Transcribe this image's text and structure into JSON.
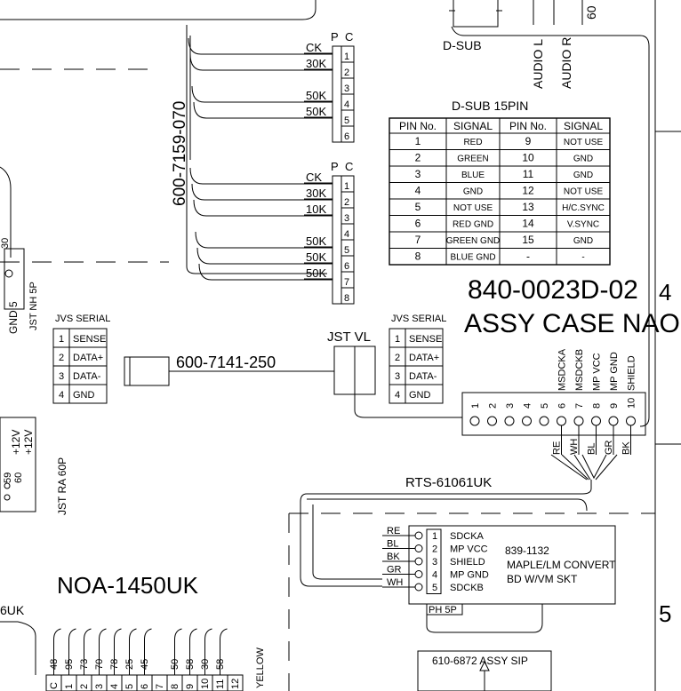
{
  "top_conn": {
    "label": "D-SUB",
    "audio_l": "AUDIO L",
    "audio_r": "AUDIO R",
    "part_frag": "60"
  },
  "vga_cable": {
    "part": "600-7159-070"
  },
  "conn_top": {
    "header": [
      "P",
      "C"
    ],
    "pins": [
      "1",
      "2",
      "3",
      "4",
      "5",
      "6"
    ],
    "wires": [
      {
        "label": "CK",
        "pin": 1
      },
      {
        "label": "30K",
        "pin": 2
      },
      {
        "label": "50K",
        "pin": 4
      },
      {
        "label": "50K",
        "pin": 5
      }
    ]
  },
  "conn_mid": {
    "header": [
      "P",
      "C"
    ],
    "pins": [
      "1",
      "2",
      "3",
      "4",
      "5",
      "6",
      "7",
      "8"
    ],
    "label": "JST VL",
    "wires": [
      {
        "label": "CK",
        "pin": 1
      },
      {
        "label": "30K",
        "pin": 2
      },
      {
        "label": "10K",
        "pin": 3
      },
      {
        "label": "50K",
        "pin": 5
      },
      {
        "label": "50K",
        "pin": 6
      },
      {
        "label": "50K",
        "pin": 7
      }
    ]
  },
  "dsub_table": {
    "title": "D-SUB 15PIN",
    "headers": [
      "PIN No.",
      "SIGNAL",
      "PIN No.",
      "SIGNAL"
    ],
    "rows": [
      [
        "1",
        "RED",
        "9",
        "NOT USE"
      ],
      [
        "2",
        "GREEN",
        "10",
        "GND"
      ],
      [
        "3",
        "BLUE",
        "11",
        "GND"
      ],
      [
        "4",
        "GND",
        "12",
        "NOT USE"
      ],
      [
        "5",
        "NOT USE",
        "13",
        "H/C.SYNC"
      ],
      [
        "6",
        "RED GND",
        "14",
        "V.SYNC"
      ],
      [
        "7",
        "GREEN GND",
        "15",
        "GND"
      ],
      [
        "8",
        "BLUE GND",
        "-",
        "-"
      ]
    ]
  },
  "assy": {
    "part": "840-0023D-02",
    "name": "ASSY CASE NAO",
    "zone": "4"
  },
  "jvs_left": {
    "title": "JVS SERIAL",
    "rows": [
      [
        "1",
        "SENSE"
      ],
      [
        "2",
        "DATA+"
      ],
      [
        "3",
        "DATA-"
      ],
      [
        "4",
        "GND"
      ]
    ]
  },
  "jvs_right": {
    "title": "JVS SERIAL",
    "rows": [
      [
        "1",
        "SENSE"
      ],
      [
        "2",
        "DATA+"
      ],
      [
        "3",
        "DATA-"
      ],
      [
        "4",
        "GND"
      ]
    ]
  },
  "serial_cable": {
    "part": "600-7141-250"
  },
  "left_conn": {
    "gnd": "GND",
    "pin5": "5",
    "jst": "JST NH 5P",
    "p59": "59",
    "p60": "60",
    "v1": "+12V",
    "v2": "+12V",
    "ra": "JST RA 60P",
    "frag": "30"
  },
  "terminal": {
    "pins": [
      "1",
      "2",
      "3",
      "4",
      "5",
      "6",
      "7",
      "8",
      "9",
      "10"
    ],
    "signals": [
      "MSDCKA",
      "MSDCKB",
      "MP VCC",
      "MP GND",
      "SHIELD"
    ],
    "colors": [
      "RE",
      "WH",
      "BL",
      "GR",
      "BK"
    ]
  },
  "rts": {
    "label": "RTS-61061UK"
  },
  "maple": {
    "wires": [
      "RE",
      "BL",
      "BK",
      "GR",
      "WH"
    ],
    "pins": [
      "1",
      "2",
      "3",
      "4",
      "5"
    ],
    "signals": [
      "SDCKA",
      "MP VCC",
      "SHIELD",
      "MP GND",
      "SDCKB"
    ],
    "part": "839-1132",
    "desc1": "MAPLE/LM CONVERT",
    "desc2": "BD W/VM SKT",
    "ph": "PH 5P"
  },
  "sip": {
    "label": "610-6872 ASSY SIP"
  },
  "noa": {
    "label": "NOA-1450UK",
    "frag": "6UK",
    "zone": "5"
  },
  "bottom": {
    "pins": [
      "C",
      "1",
      "2",
      "3",
      "4",
      "5",
      "6",
      "7",
      "8",
      "9",
      "10",
      "11",
      "12"
    ],
    "values": [
      "48",
      "95",
      "73",
      "70",
      "78",
      "25",
      "45",
      "",
      "50",
      "58",
      "30",
      "58",
      ""
    ],
    "yellow": "YELLOW"
  }
}
